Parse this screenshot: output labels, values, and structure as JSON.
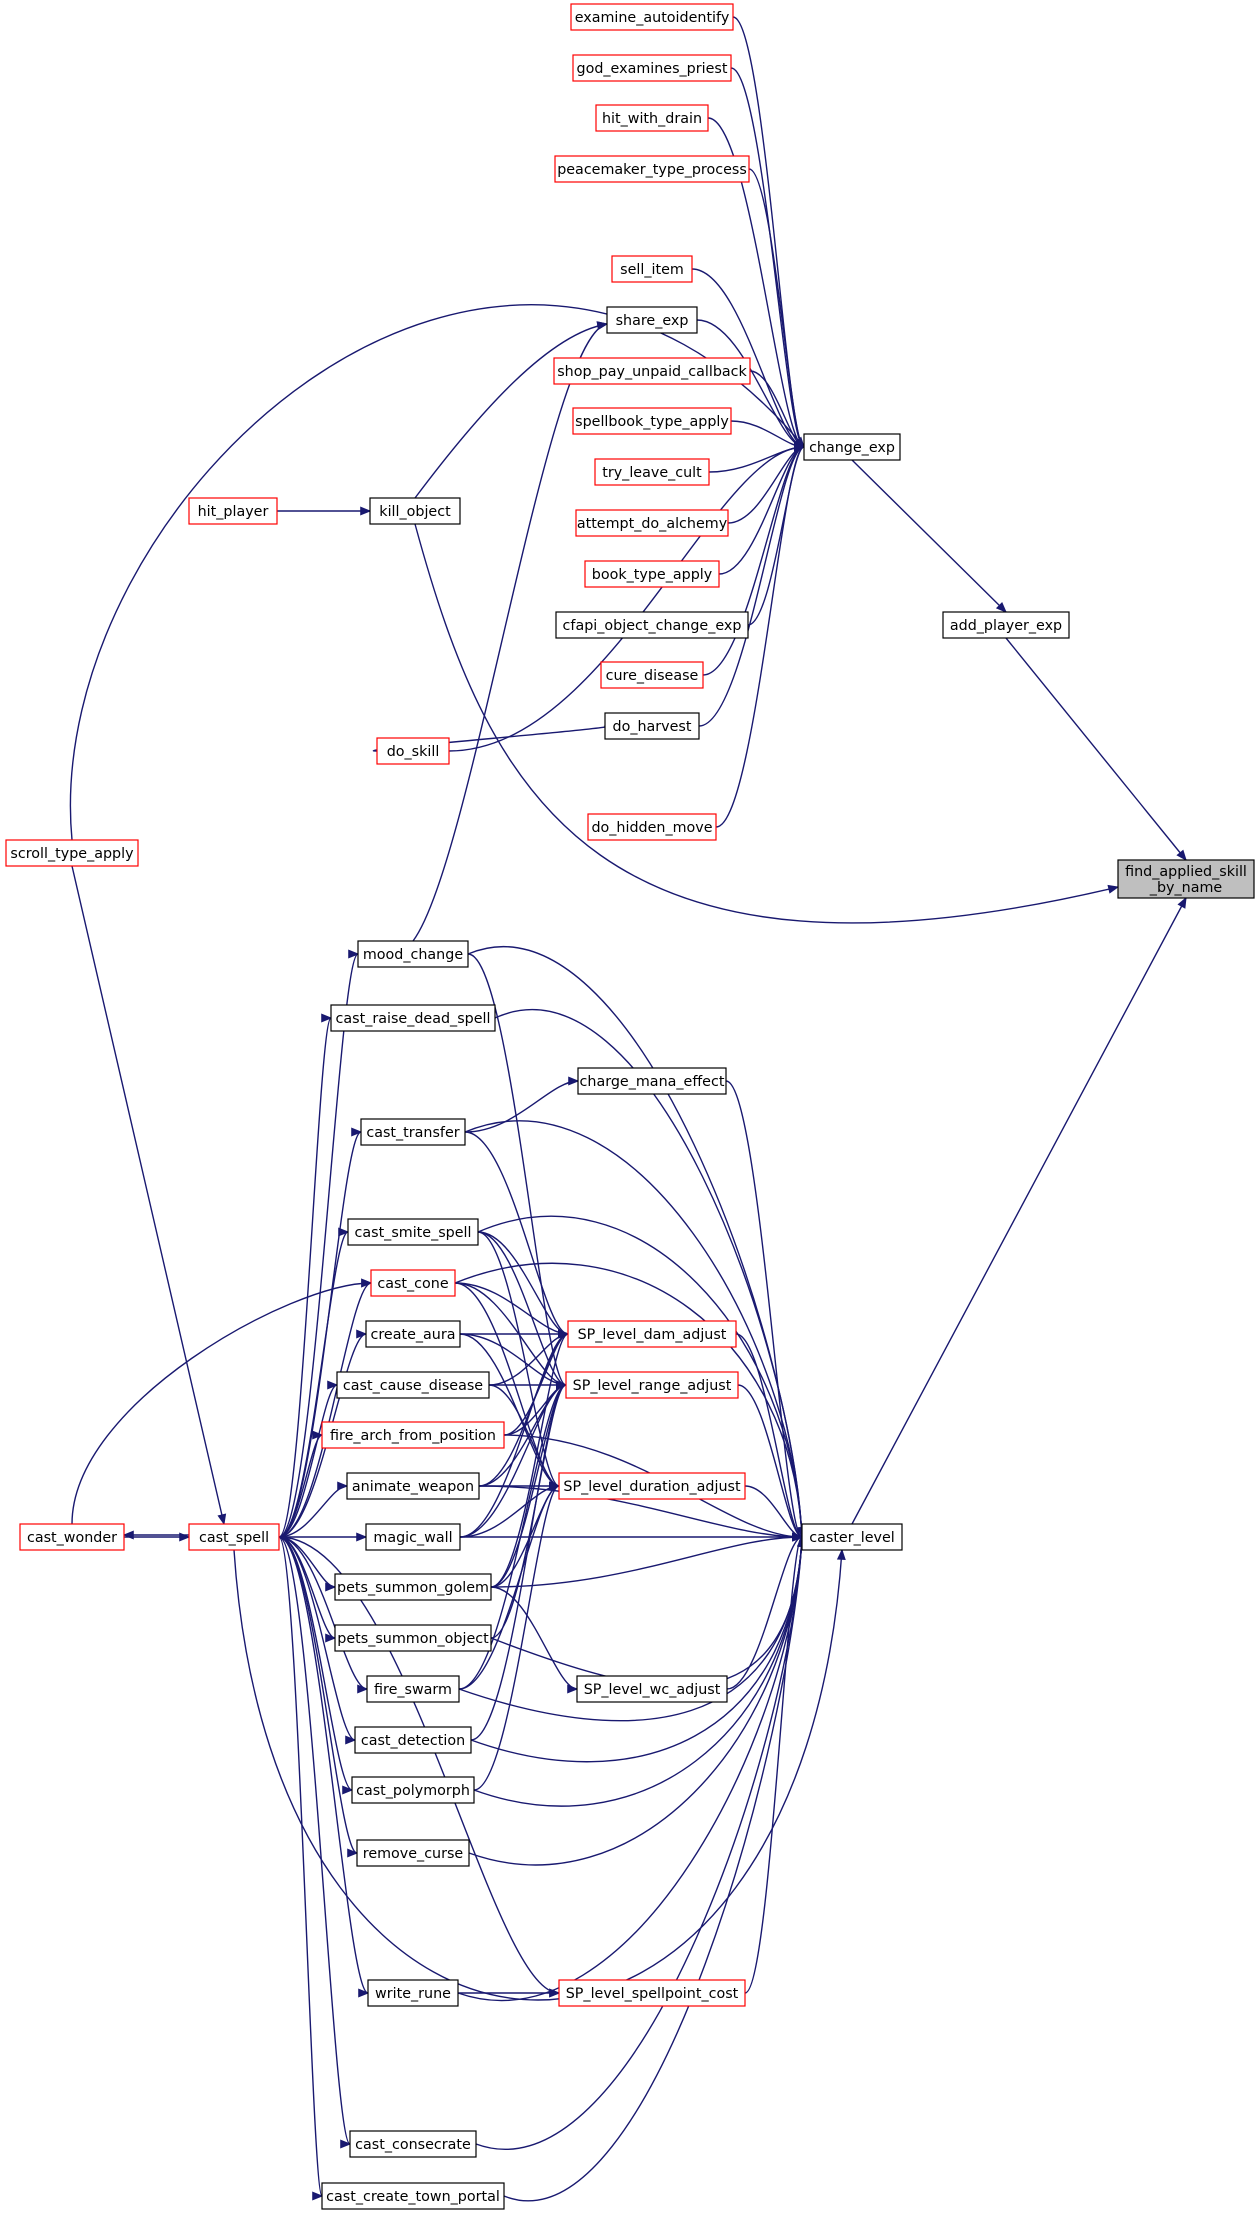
{
  "graph": {
    "colors": {
      "edge": "#191970",
      "focus_fill": "#bfbfbf",
      "truncated_border": "#ff0000",
      "normal_border": "#000000"
    },
    "focus_node": {
      "line1": "find_applied_skill",
      "line2": "_by_name"
    },
    "nodes": {
      "examine_autoidentify": "examine_autoidentify",
      "god_examines_priest": "god_examines_priest",
      "hit_with_drain": "hit_with_drain",
      "peacemaker_type_process": "peacemaker_type_process",
      "sell_item": "sell_item",
      "share_exp": "share_exp",
      "shop_pay_unpaid_callback": "shop_pay_unpaid_callback",
      "spellbook_type_apply": "spellbook_type_apply",
      "change_exp": "change_exp",
      "hit_player": "hit_player",
      "kill_object": "kill_object",
      "try_leave_cult": "try_leave_cult",
      "attempt_do_alchemy": "attempt_do_alchemy",
      "book_type_apply": "book_type_apply",
      "cfapi_object_change_exp": "cfapi_object_change_exp",
      "add_player_exp": "add_player_exp",
      "cure_disease": "cure_disease",
      "do_harvest": "do_harvest",
      "do_skill": "do_skill",
      "do_hidden_move": "do_hidden_move",
      "scroll_type_apply": "scroll_type_apply",
      "mood_change": "mood_change",
      "cast_raise_dead_spell": "cast_raise_dead_spell",
      "charge_mana_effect": "charge_mana_effect",
      "cast_transfer": "cast_transfer",
      "cast_smite_spell": "cast_smite_spell",
      "cast_cone": "cast_cone",
      "create_aura": "create_aura",
      "SP_level_dam_adjust": "SP_level_dam_adjust",
      "cast_cause_disease": "cast_cause_disease",
      "SP_level_range_adjust": "SP_level_range_adjust",
      "fire_arch_from_position": "fire_arch_from_position",
      "animate_weapon": "animate_weapon",
      "SP_level_duration_adjust": "SP_level_duration_adjust",
      "cast_wonder": "cast_wonder",
      "cast_spell": "cast_spell",
      "magic_wall": "magic_wall",
      "caster_level": "caster_level",
      "pets_summon_golem": "pets_summon_golem",
      "pets_summon_object": "pets_summon_object",
      "SP_level_wc_adjust": "SP_level_wc_adjust",
      "fire_swarm": "fire_swarm",
      "cast_detection": "cast_detection",
      "cast_polymorph": "cast_polymorph",
      "remove_curse": "remove_curse",
      "write_rune": "write_rune",
      "SP_level_spellpoint_cost": "SP_level_spellpoint_cost",
      "cast_consecrate": "cast_consecrate",
      "cast_create_town_portal": "cast_create_town_portal"
    }
  }
}
